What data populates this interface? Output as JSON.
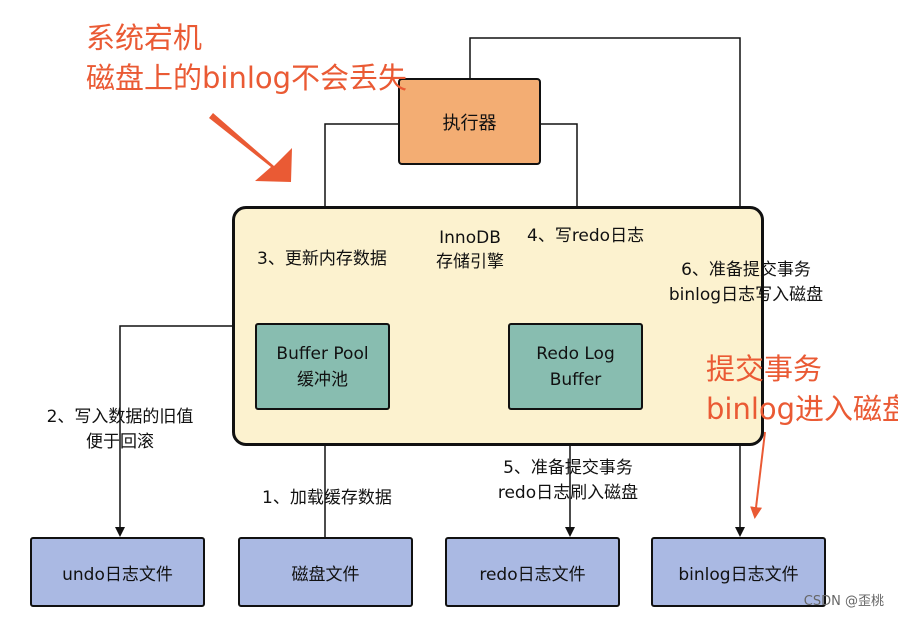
{
  "executor": {
    "label": "执行器"
  },
  "engine": {
    "line1": "InnoDB",
    "line2": "存储引擎"
  },
  "buffer_pool": {
    "line1": "Buffer Pool",
    "line2": "缓冲池"
  },
  "redo_log_buffer": {
    "line1": "Redo Log",
    "line2": "Buffer"
  },
  "files": {
    "undo": "undo日志文件",
    "disk": "磁盘文件",
    "redo": "redo日志文件",
    "binlog": "binlog日志文件"
  },
  "steps": {
    "step1": "1、加载缓存数据",
    "step2_line1": "2、写入数据的旧值",
    "step2_line2": "便于回滚",
    "step3": "3、更新内存数据",
    "step4": "4、写redo日志",
    "step5_line1": "5、准备提交事务",
    "step5_line2": "redo日志刷入磁盘",
    "step6_line1": "6、准备提交事务",
    "step6_line2": "binlog日志写入磁盘"
  },
  "callouts": {
    "crash_line1": "系统宕机",
    "crash_line2": "磁盘上的binlog不会丢失",
    "commit_line1": "提交事务",
    "commit_line2": "binlog进入磁盘"
  },
  "watermark": "CSDN @歪桃",
  "colors": {
    "executor": "#f3ad73",
    "engine": "#fcf2cf",
    "buffers": "#88bdb0",
    "files": "#aab9e3",
    "callout": "#ea5a34"
  }
}
